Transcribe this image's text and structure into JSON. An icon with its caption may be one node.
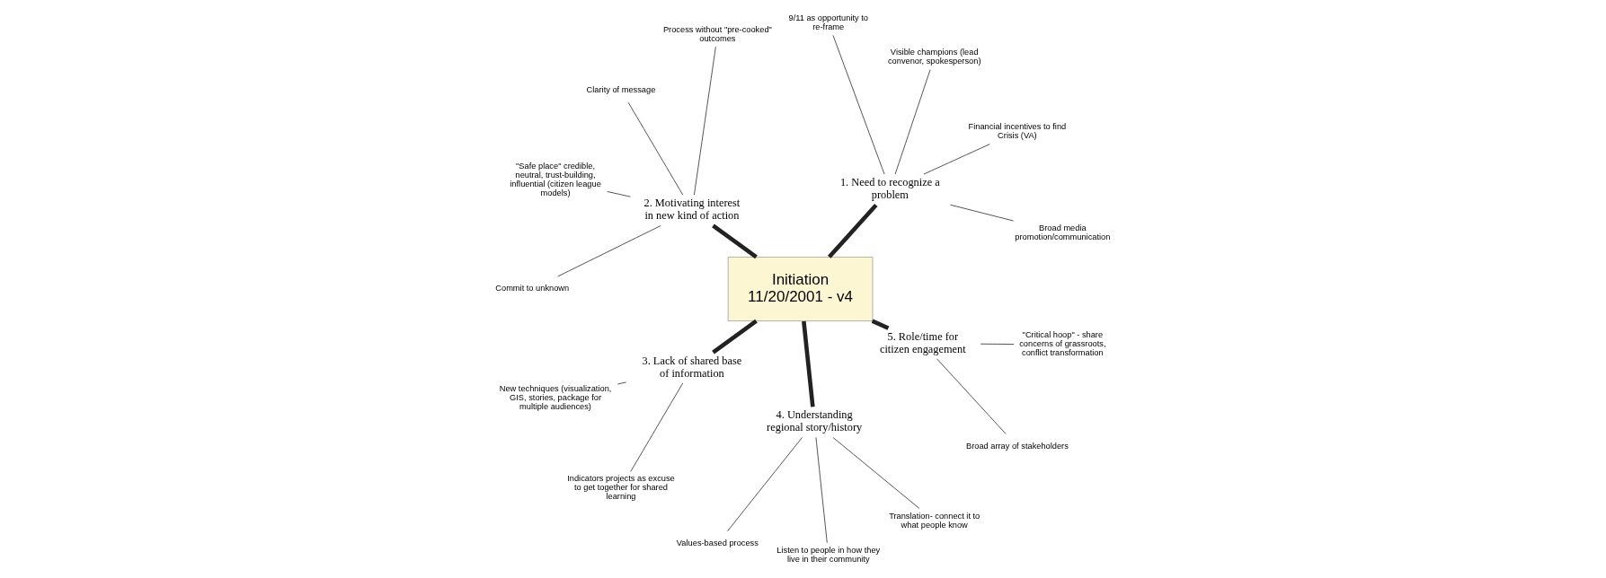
{
  "diagram": {
    "nodes": [
      {
        "text": [
          "Initiation",
          "11/20/2001 - v4"
        ]
      },
      {
        "text": [
          "1. Need to recognize a problem"
        ]
      },
      {
        "text": [
          "Broad media promotion/communication"
        ]
      },
      {
        "text": [
          "Financial incentives to find Crisis (VA)"
        ]
      },
      {
        "text": [
          "Visible champions (lead convenor, spokesperson)"
        ]
      },
      {
        "text": [
          "9/11 as opportunity to re-frame"
        ]
      },
      {
        "text": [
          "2. Motivating interest in new kind of action"
        ]
      },
      {
        "text": [
          "Process without \"pre-cooked\" outcomes"
        ]
      },
      {
        "text": [
          "Clarity of message"
        ]
      },
      {
        "text": [
          "\"Safe place\" credible, neutral, trust-building, influential (citizen league models)"
        ]
      },
      {
        "text": [
          "Commit to unknown"
        ]
      },
      {
        "text": [
          "3. Lack of shared base of information"
        ]
      },
      {
        "text": [
          "New techniques (visualization, GIS, stories, package for multiple audiences)"
        ]
      },
      {
        "text": [
          "Indicators projects as excuse to get together for shared learning"
        ]
      },
      {
        "text": [
          "4. Understanding regional story/history"
        ]
      },
      {
        "text": [
          "Values-based process"
        ]
      },
      {
        "text": [
          "Listen to people in how they live in their community"
        ]
      },
      {
        "text": [
          "Translation- connect it to what people know"
        ]
      },
      {
        "text": [
          "5. Role/time for citizen engagement"
        ]
      },
      {
        "text": [
          "Broad array of stakeholders"
        ]
      },
      {
        "text": [
          "\"Critical hoop\" - share concerns of grassroots, conflict transformation"
        ]
      }
    ],
    "edges": [
      {
        "from": 0,
        "to": 1,
        "arrow": "none",
        "style": "thick"
      },
      {
        "from": 1,
        "to": 2,
        "arrow": "none"
      },
      {
        "from": 1,
        "to": 3,
        "arrow": "none"
      },
      {
        "from": 1,
        "to": 4,
        "arrow": "none"
      },
      {
        "from": 1,
        "to": 5,
        "arrow": "none"
      },
      {
        "from": 0,
        "to": 6,
        "arrow": "none",
        "style": "thick"
      },
      {
        "from": 6,
        "to": 7,
        "arrow": "none"
      },
      {
        "from": 6,
        "to": 8,
        "arrow": "none"
      },
      {
        "from": 6,
        "to": 9,
        "arrow": "none"
      },
      {
        "from": 6,
        "to": 10,
        "arrow": "none"
      },
      {
        "from": 0,
        "to": 11,
        "arrow": "none",
        "style": "thick"
      },
      {
        "from": 11,
        "to": 12,
        "arrow": "none"
      },
      {
        "from": 11,
        "to": 13,
        "arrow": "none"
      },
      {
        "from": 0,
        "to": 14,
        "arrow": "none",
        "style": "thick"
      },
      {
        "from": 14,
        "to": 15,
        "arrow": "none"
      },
      {
        "from": 14,
        "to": 16,
        "arrow": "none"
      },
      {
        "from": 14,
        "to": 17,
        "arrow": "none"
      },
      {
        "from": 0,
        "to": 18,
        "arrow": "none",
        "style": "thick"
      },
      {
        "from": 18,
        "to": 19,
        "arrow": "none"
      },
      {
        "from": 18,
        "to": 20,
        "arrow": "none"
      }
    ]
  }
}
